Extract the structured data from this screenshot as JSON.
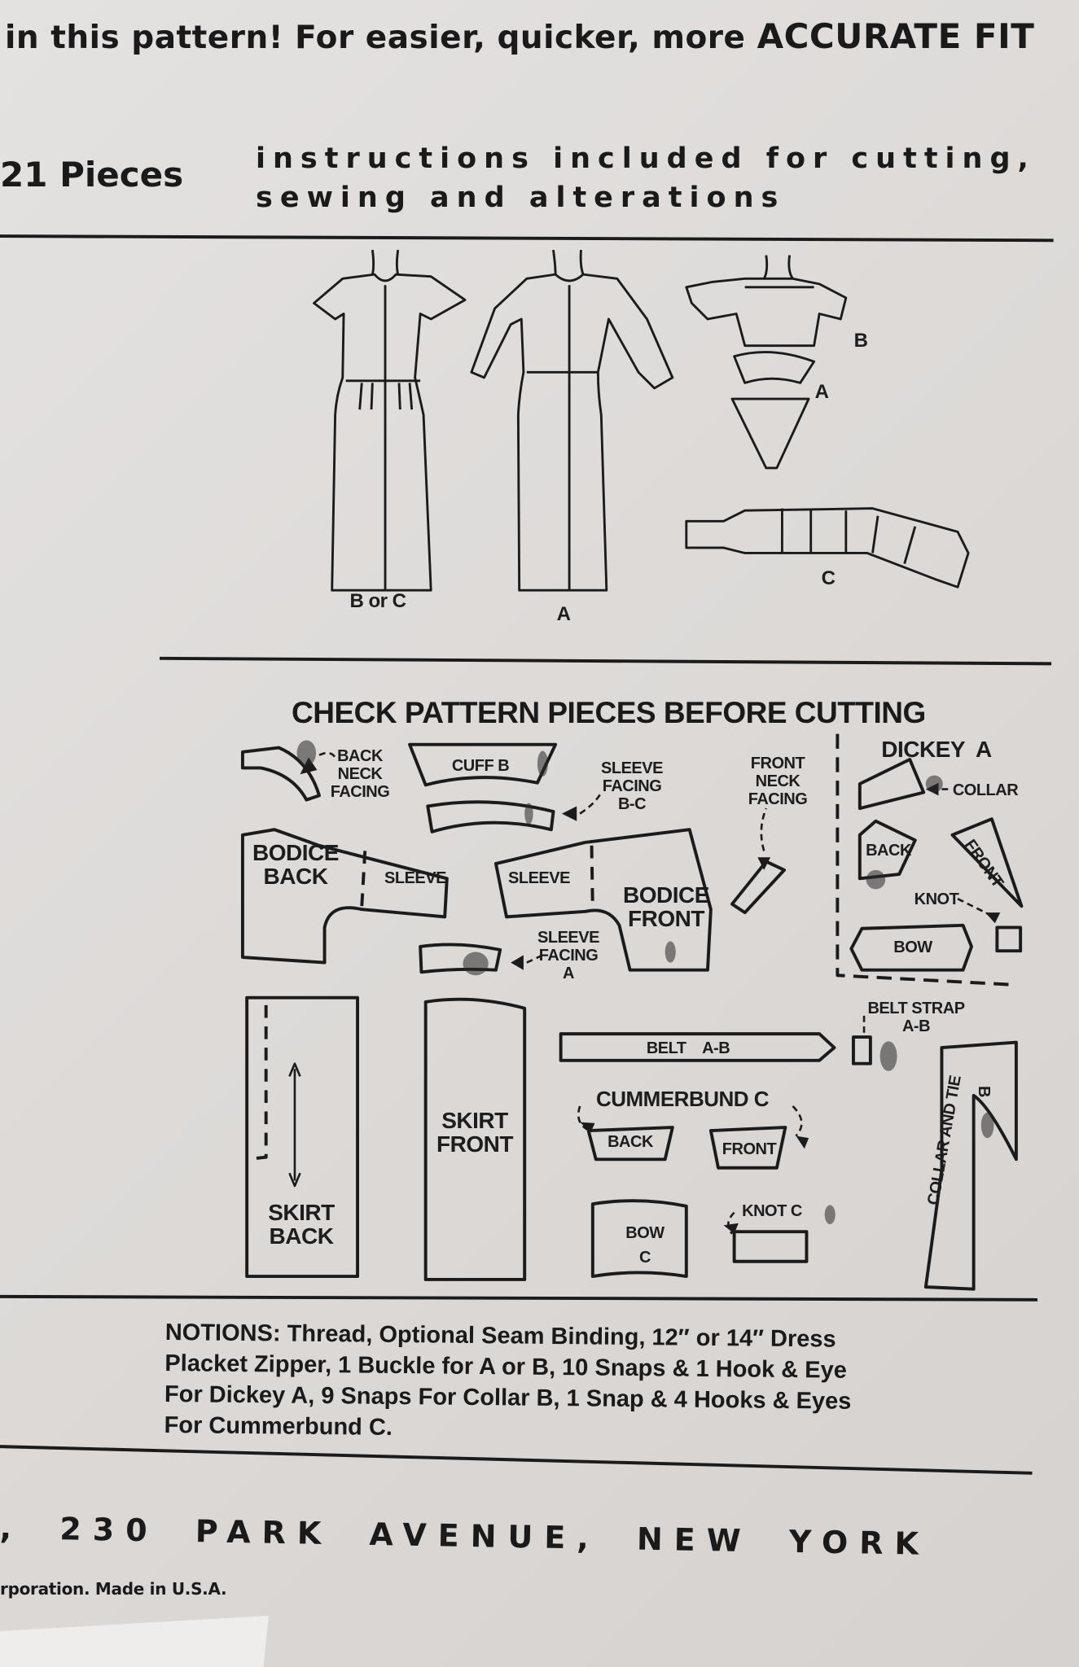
{
  "header": {
    "tagline_prefix": "in this pattern! For easier, quicker, more ",
    "tagline_emphasis": "ACCURATE FIT",
    "pieces_count": "21 Pieces",
    "instructions_line1": "instructions included for cutting,",
    "instructions_line2": "sewing and alterations"
  },
  "views": {
    "dress_b_or_c": "B or C",
    "dress_a": "A",
    "bodice_b": "B",
    "dickey_a": "A",
    "cummerbund_c": "C"
  },
  "pieces": {
    "title": "CHECK PATTERN PIECES BEFORE CUTTING",
    "back_neck_facing": "BACK\nNECK\nFACING",
    "cuff_b": "CUFF B",
    "sleeve_facing_bc": "SLEEVE\nFACING\nB-C",
    "front_neck_facing": "FRONT\nNECK\nFACING",
    "dickey_title": "DICKEY  A",
    "dickey_collar": "COLLAR",
    "bodice_back": "BODICE\nBACK",
    "sleeve_back": "SLEEVE",
    "sleeve_front": "SLEEVE",
    "bodice_front": "BODICE\nFRONT",
    "dickey_back": "BACK",
    "dickey_front": "FRONT",
    "dickey_knot": "KNOT",
    "dickey_bow": "BOW",
    "sleeve_facing_a": "SLEEVE\nFACING\nA",
    "belt_strap": "BELT STRAP\nA-B",
    "belt": "BELT    A-B",
    "cummerbund_title": "CUMMERBUND C",
    "cummerbund_back": "BACK",
    "cummerbund_front": "FRONT",
    "collar_and_tie": "COLLAR AND TIE",
    "collar_and_tie_view": "B",
    "skirt_front": "SKIRT\nFRONT",
    "skirt_back": "SKIRT\nBACK",
    "bow_c": "BOW\nC",
    "knot_c": "KNOT C"
  },
  "notions": {
    "lines": [
      "NOTIONS: Thread, Optional Seam Binding, 12″ or 14″ Dress",
      "Placket Zipper, 1 Buckle for A or B, 10 Snaps & 1 Hook & Eye",
      "For Dickey A, 9 Snaps For Collar B, 1 Snap & 4 Hooks & Eyes",
      "For Cummerbund C."
    ]
  },
  "footer": {
    "address": ", 230 PARK AVENUE, NEW YORK",
    "copyright": "rporation. Made in U.S.A."
  }
}
